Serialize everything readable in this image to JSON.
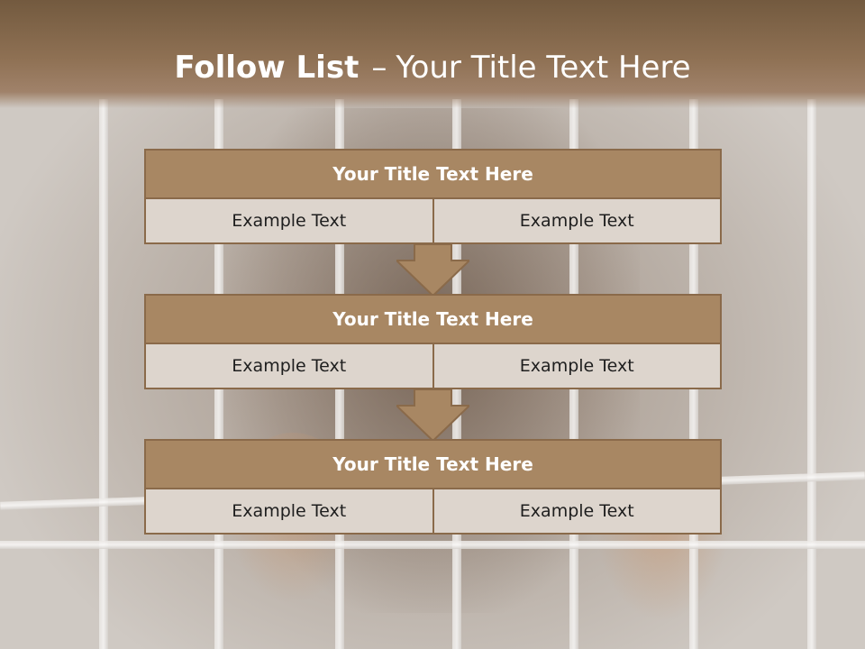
{
  "slide": {
    "title_strong": "Follow List",
    "title_sep": "–",
    "title_rest": "Your Title Text Here"
  },
  "blocks": [
    {
      "title": "Your Title Text Here",
      "left": "Example Text",
      "right": "Example Text"
    },
    {
      "title": "Your Title Text Here",
      "left": "Example Text",
      "right": "Example Text"
    },
    {
      "title": "Your Title Text Here",
      "left": "Example Text",
      "right": "Example Text"
    }
  ],
  "colors": {
    "header_brown": "#8f7154",
    "box_brown": "#a88763",
    "box_border": "#8a6a4a",
    "cell_fill": "#ddd5cd"
  },
  "icons": [
    "down-arrow-icon"
  ]
}
